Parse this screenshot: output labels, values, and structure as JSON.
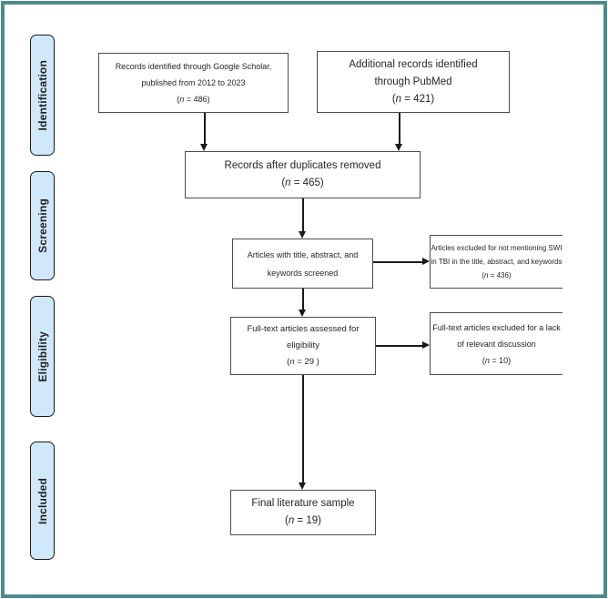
{
  "figure": {
    "type": "PRISMA literature selection flow diagram",
    "colors": {
      "frame_border": "#4d8a8c",
      "stage_fill": "#cfe8fa",
      "box_border": "#4d4d4d",
      "arrow": "#1a1a1a"
    }
  },
  "stages": [
    {
      "label": "Identification"
    },
    {
      "label": "Screening"
    },
    {
      "label": "Eligibility"
    },
    {
      "label": "Included"
    }
  ],
  "boxes": {
    "google_scholar": {
      "lines": [
        "Records identified through Google Scholar,",
        "published from 2012 to 2023",
        "(n = 486)"
      ]
    },
    "pubmed": {
      "lines": [
        "Additional records identified",
        "through PubMed",
        "(n = 421)"
      ]
    },
    "duplicates_removed": {
      "lines": [
        "Records after duplicates removed",
        "(n = 465)"
      ]
    },
    "screened": {
      "lines": [
        "Articles with title, abstract, and",
        "keywords screened"
      ]
    },
    "excluded_screening": {
      "lines": [
        "Articles excluded for not mentioning SWI",
        "in TBI in the title, abstract, and keywords",
        "(n = 436)"
      ]
    },
    "fulltext_assessed": {
      "lines": [
        "Full-text articles assessed for",
        "eligibility",
        "(n = 29 )"
      ]
    },
    "excluded_fulltext": {
      "lines": [
        "Full-text articles excluded for a lack",
        "of relevant discussion",
        "(n = 10)"
      ]
    },
    "final_sample": {
      "lines": [
        "Final literature sample",
        "(n = 19)"
      ]
    }
  }
}
